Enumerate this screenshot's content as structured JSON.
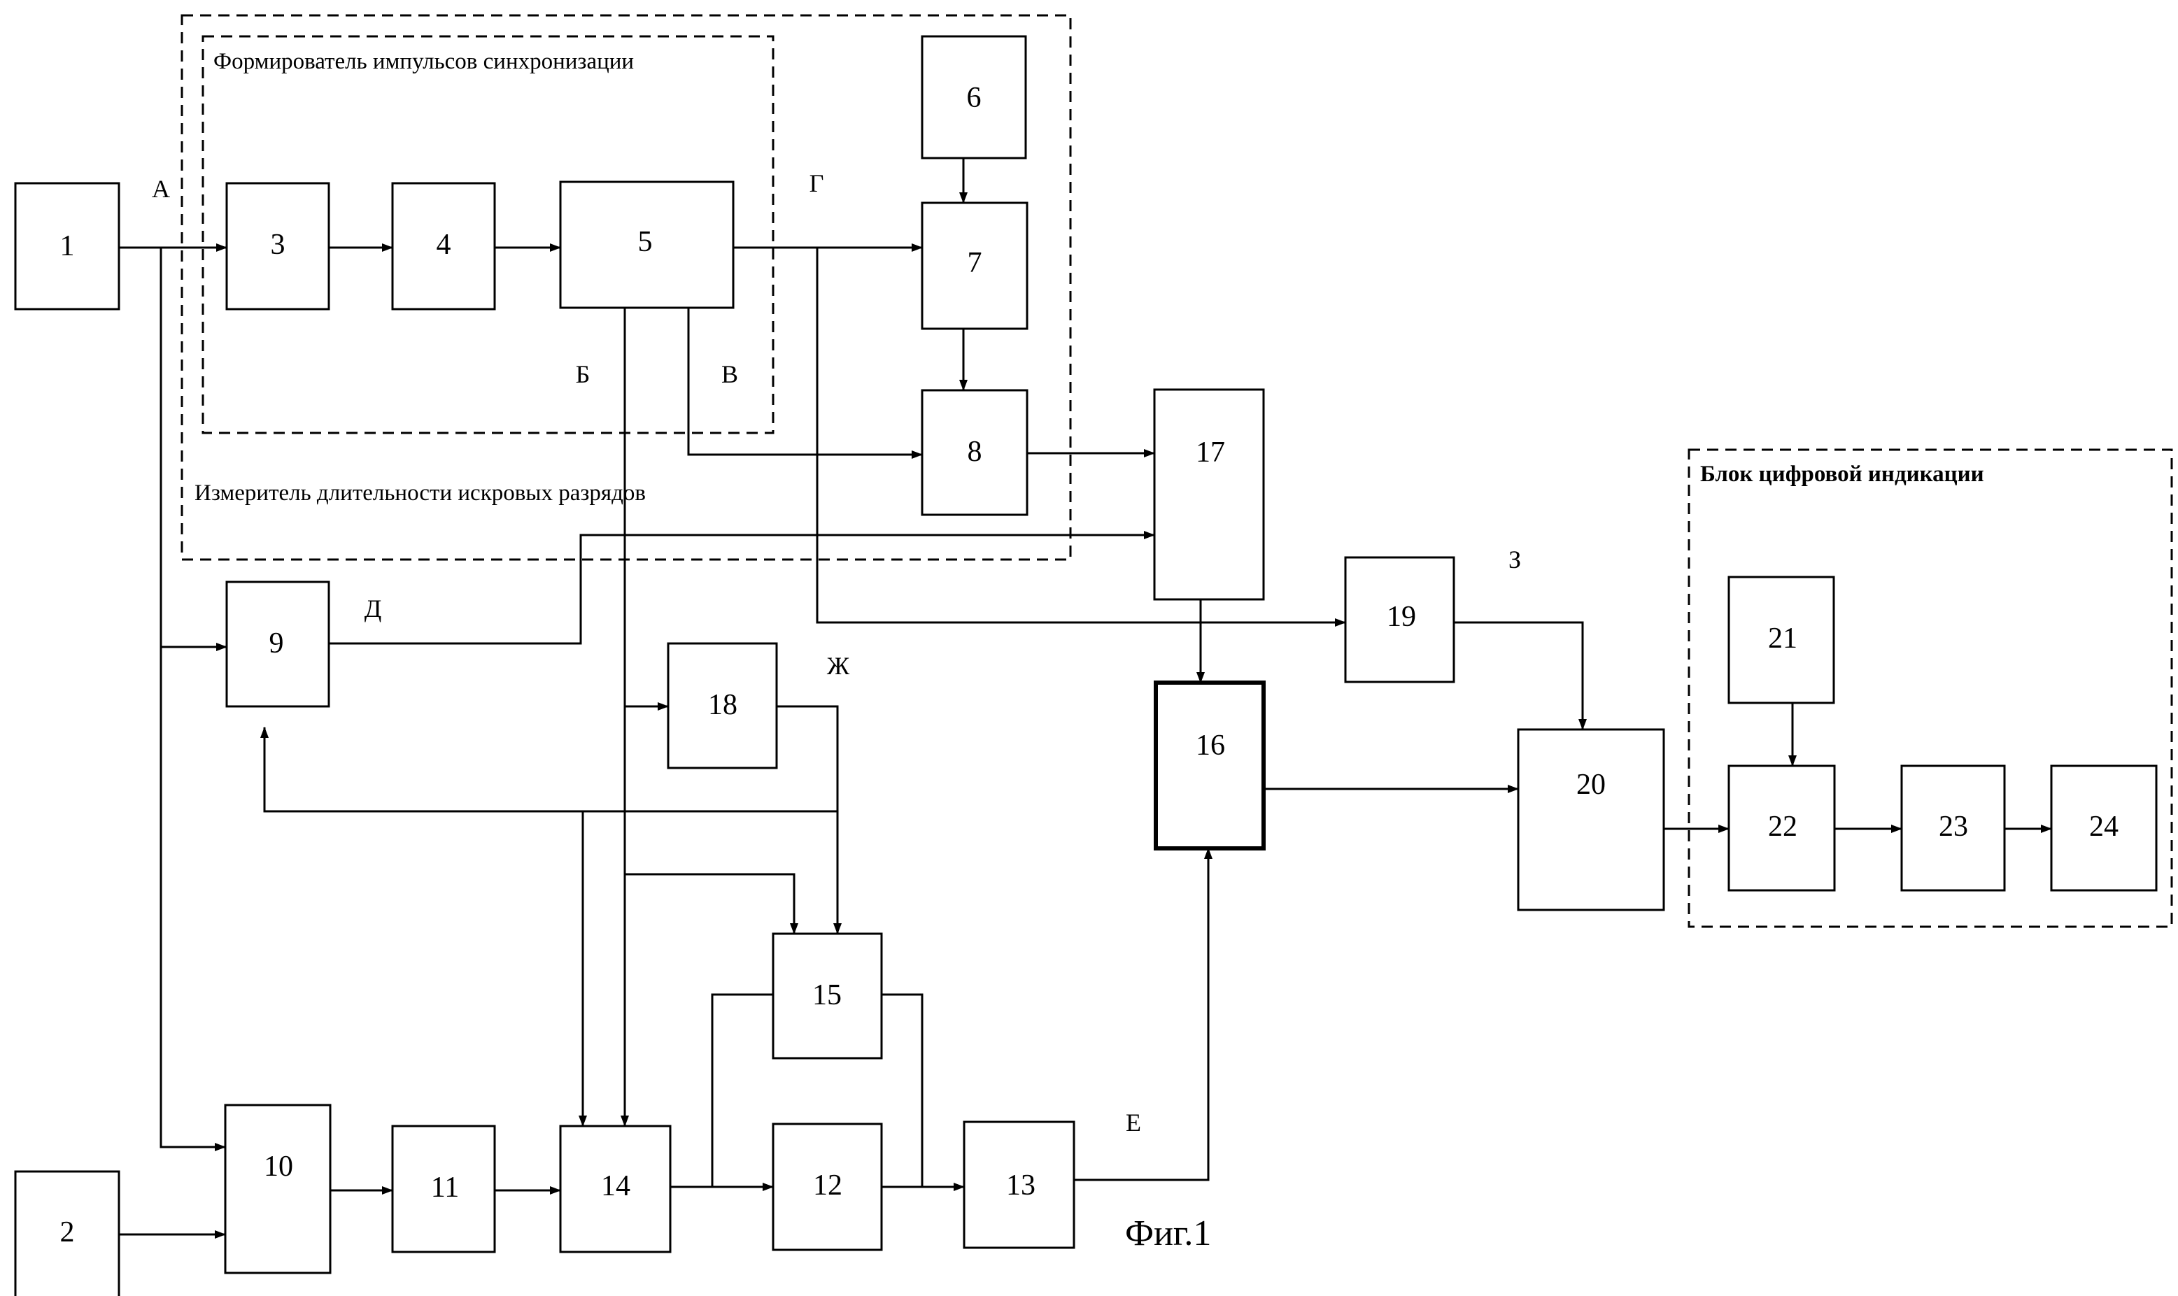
{
  "figure": {
    "caption": "Фиг.1"
  },
  "groups": {
    "sync_former": "Формирователь импульсов синхронизации",
    "spark_meter": "Измеритель длительности искровых разрядов",
    "digital_display": "Блок цифровой индикации"
  },
  "blocks": {
    "b1": "1",
    "b2": "2",
    "b3": "3",
    "b4": "4",
    "b5": "5",
    "b6": "6",
    "b7": "7",
    "b8": "8",
    "b9": "9",
    "b10": "10",
    "b11": "11",
    "b12": "12",
    "b13": "13",
    "b14": "14",
    "b15": "15",
    "b16": "16",
    "b17": "17",
    "b18": "18",
    "b19": "19",
    "b20": "20",
    "b21": "21",
    "b22": "22",
    "b23": "23",
    "b24": "24"
  },
  "signals": {
    "A": "А",
    "B": "Б",
    "V": "В",
    "G": "Г",
    "D": "Д",
    "E": "Е",
    "ZH": "Ж",
    "Z": "З"
  }
}
